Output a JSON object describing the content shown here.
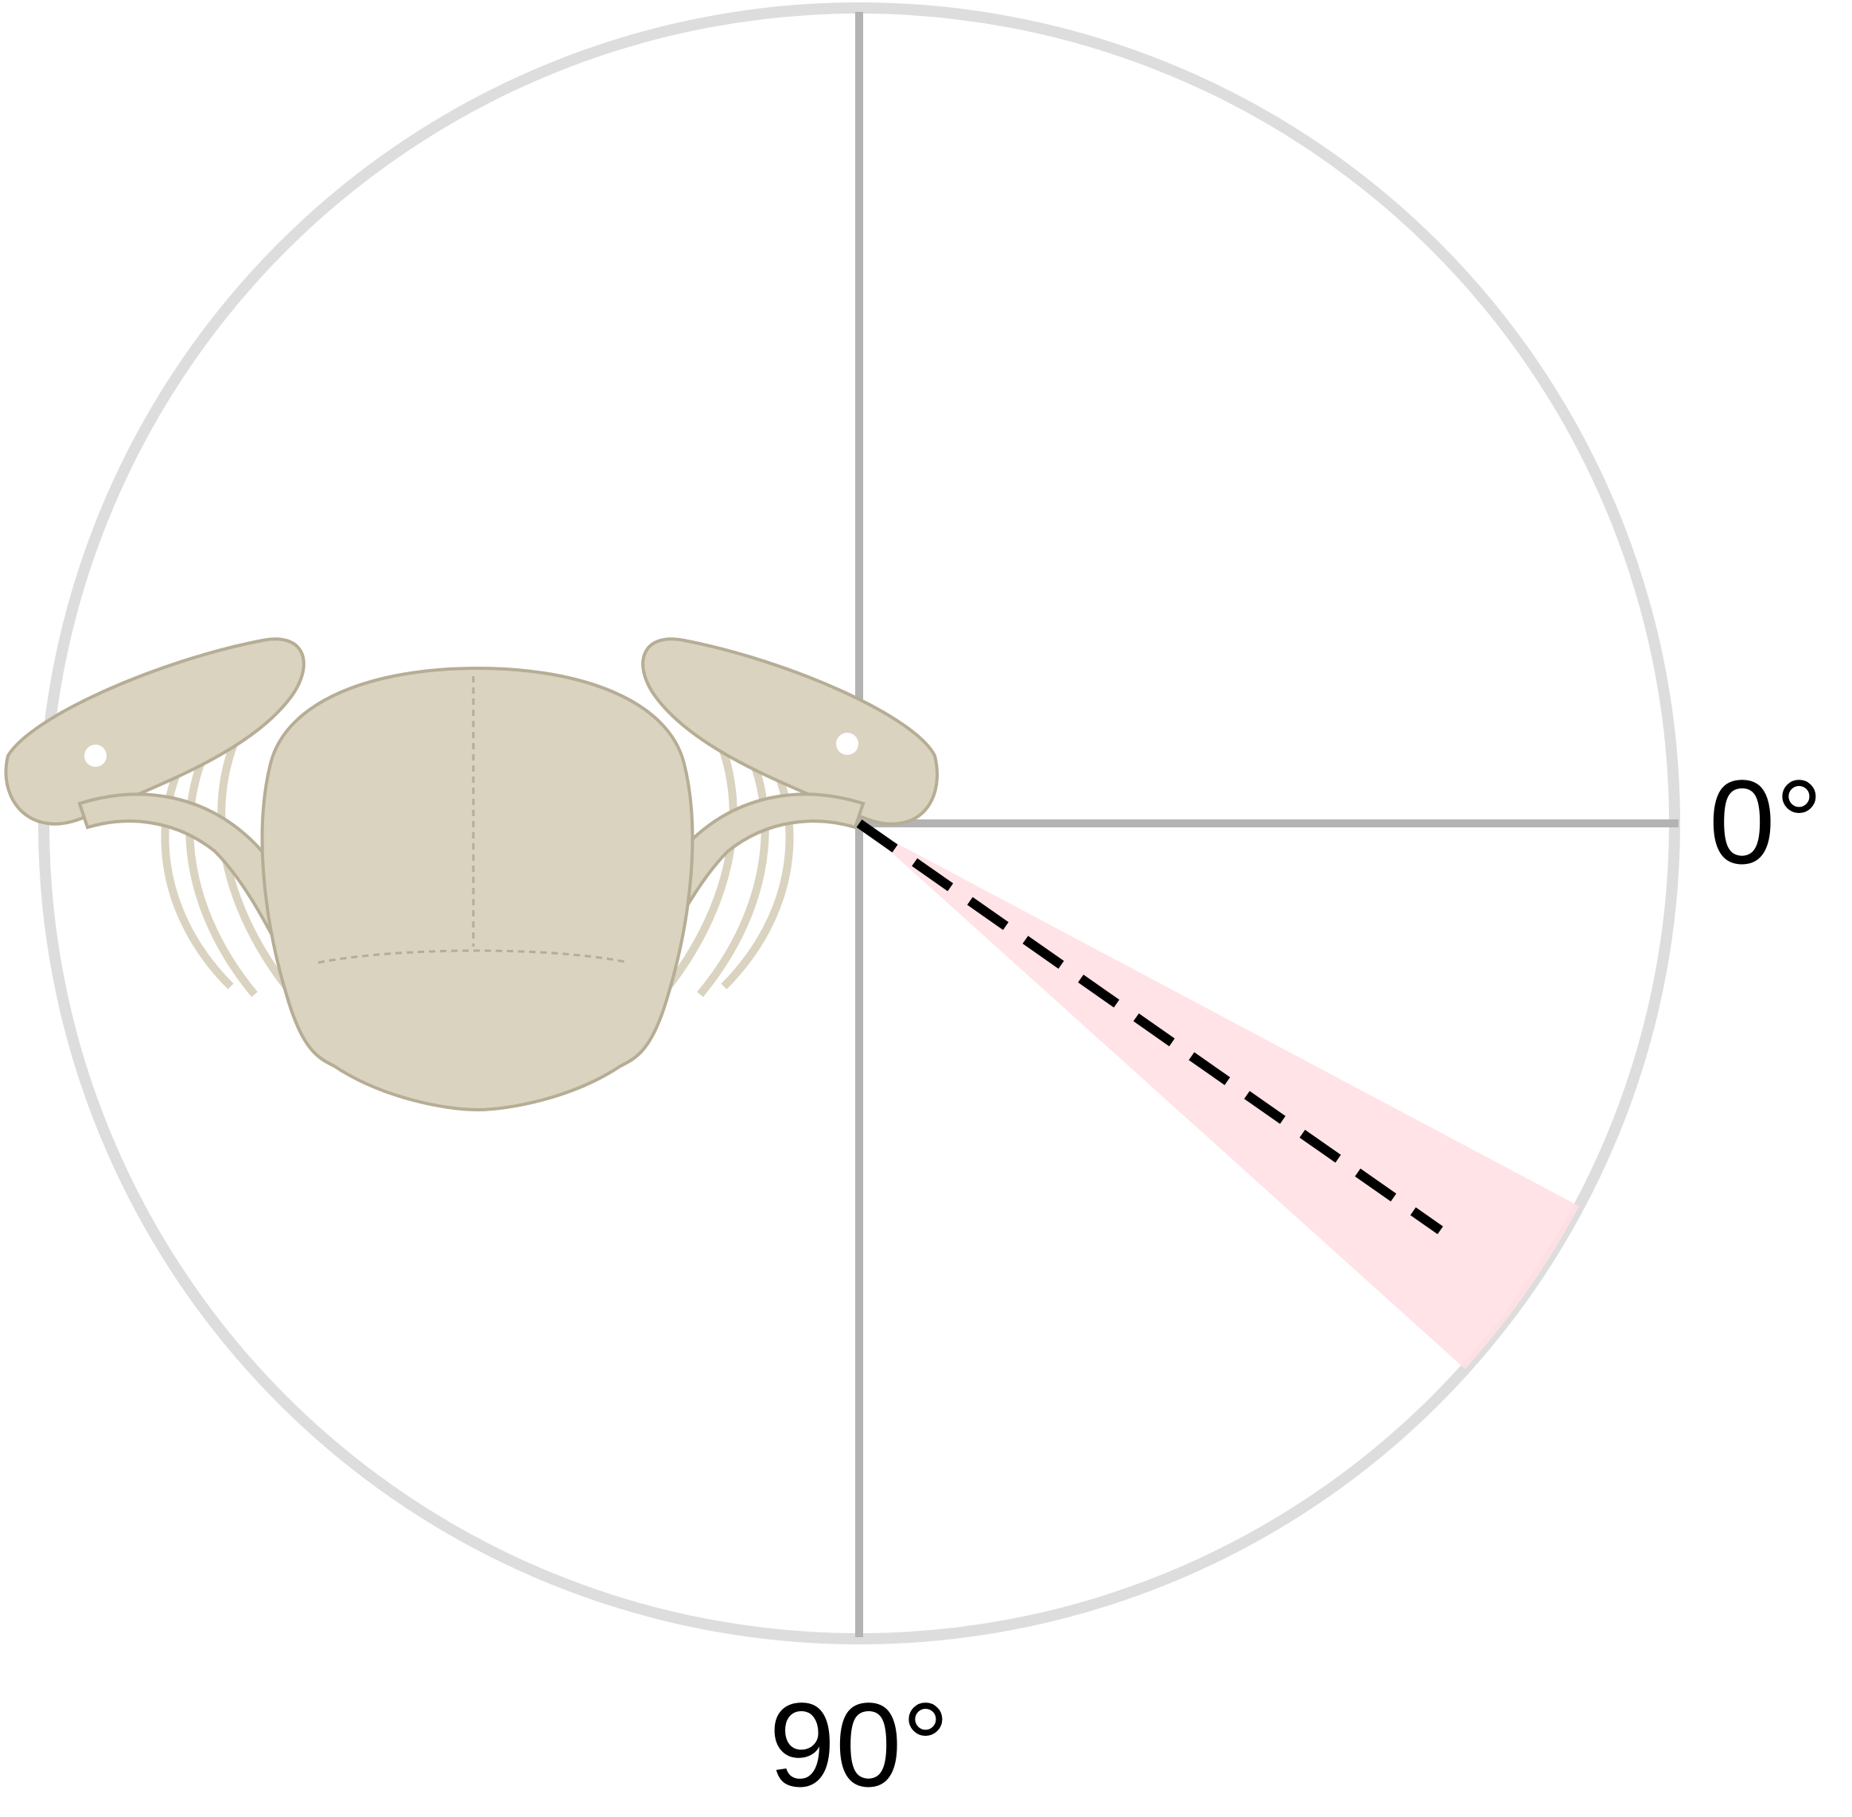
{
  "diagram": {
    "labels": {
      "zero": "0°",
      "ninety": "90°"
    },
    "angle_deg": 35,
    "spread_deg": [
      28,
      42
    ],
    "colors": {
      "ring": "#dddddd",
      "axes": "#b3b3b3",
      "wedge": "#ffe0e4",
      "dashed_line": "#000000",
      "bone": "#d9d3c0",
      "bone_shadow": "#b6ad95"
    },
    "illustration": "shoulder-girdle-top-view"
  }
}
